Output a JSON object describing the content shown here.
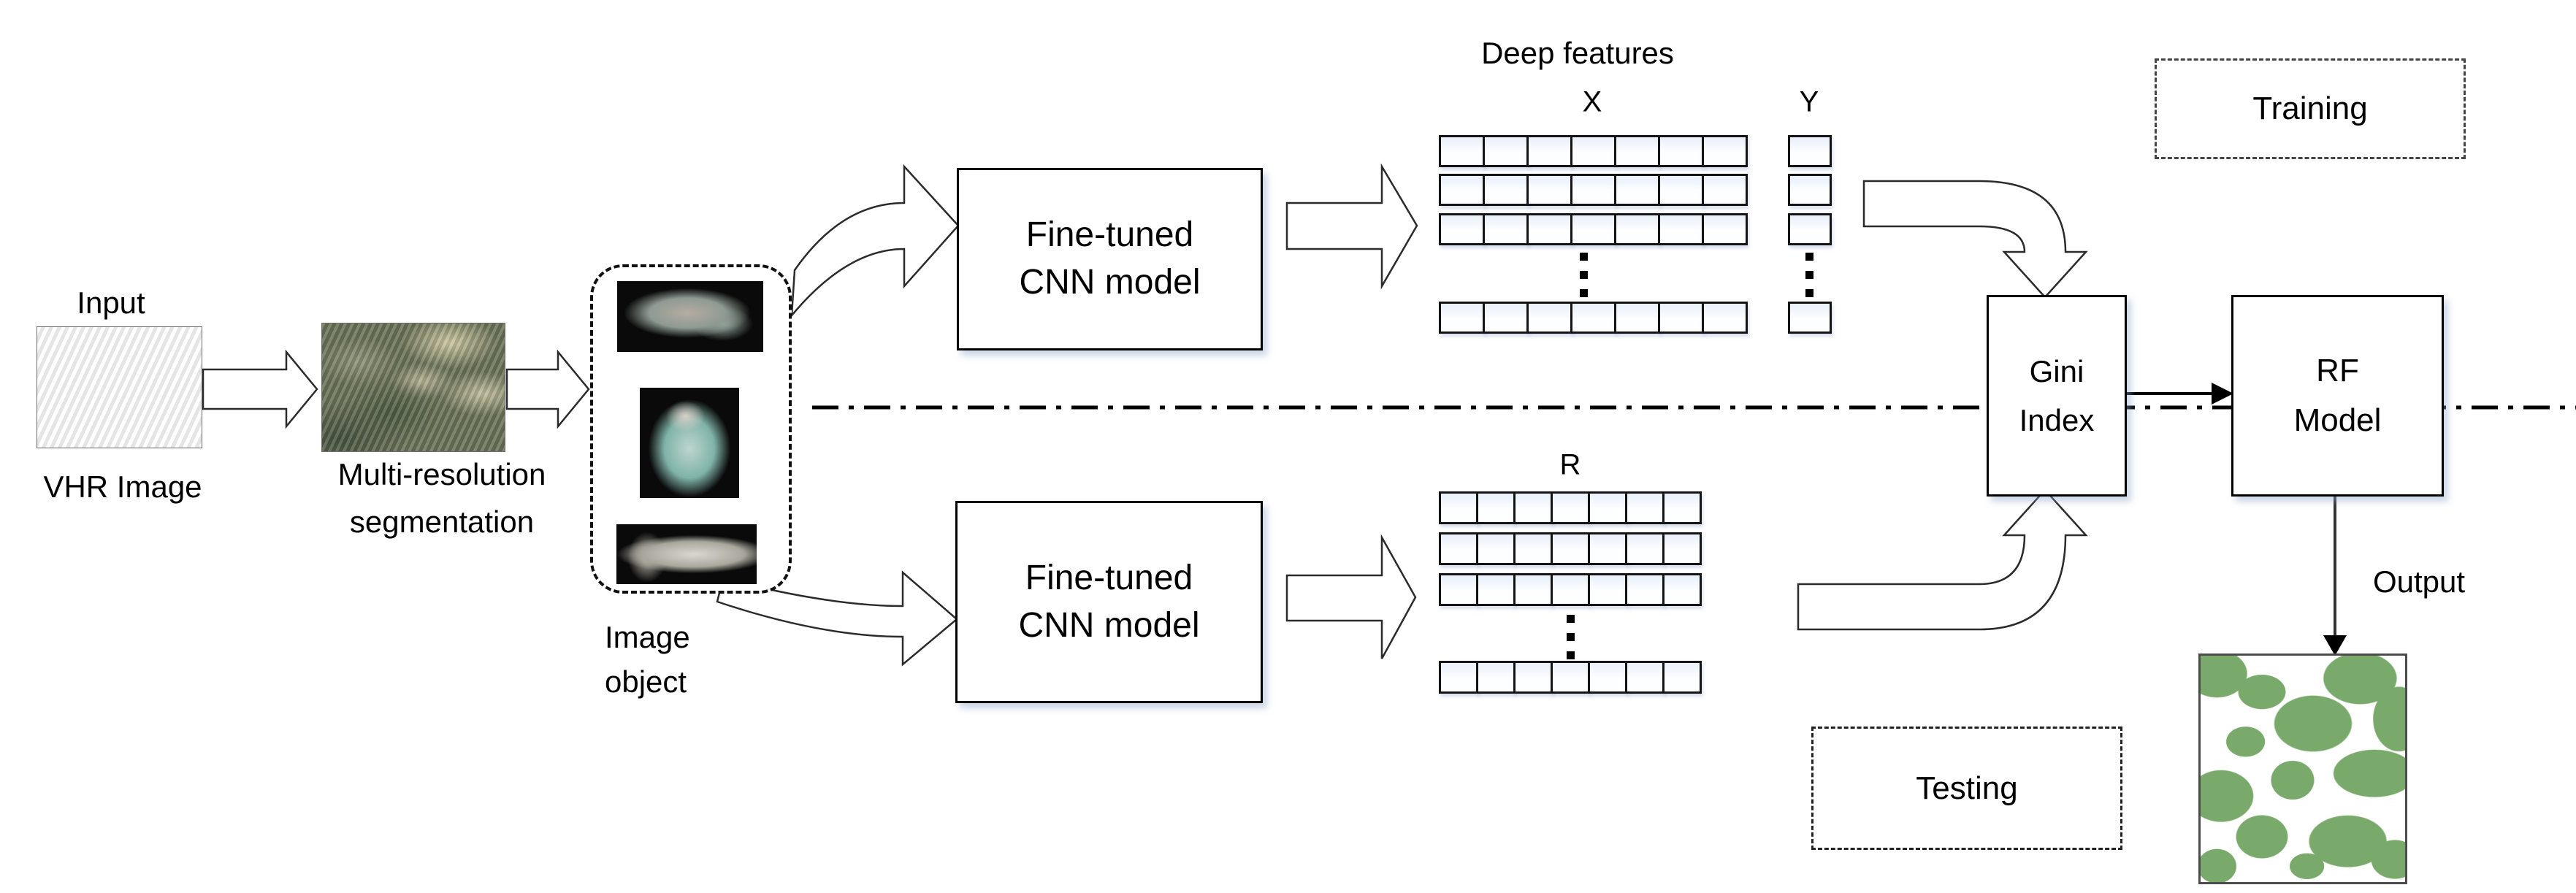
{
  "labels": {
    "input": "Input",
    "vhr_image": "VHR Image",
    "multires_line1": "Multi-resolution",
    "multires_line2": "segmentation",
    "image_object_line1": "Image",
    "image_object_line2": "object",
    "deep_features": "Deep features",
    "x": "X",
    "y": "Y",
    "r": "R",
    "output": "Output"
  },
  "boxes": {
    "cnn_top": {
      "line1": "Fine-tuned",
      "line2": "CNN model"
    },
    "cnn_bottom": {
      "line1": "Fine-tuned",
      "line2": "CNN model"
    },
    "gini": {
      "line1": "Gini",
      "line2": "Index"
    },
    "rf": {
      "line1": "RF",
      "line2": "Model"
    },
    "training": "Training",
    "testing": "Testing"
  },
  "matrices": {
    "x": {
      "cols": 7,
      "visible_rows": 3,
      "ellipsis_rows": true,
      "trailing_rows": 1
    },
    "y": {
      "cols": 1,
      "visible_rows": 3,
      "ellipsis_rows": true,
      "trailing_rows": 1
    },
    "r": {
      "cols": 7,
      "visible_rows": 3,
      "ellipsis_rows": true,
      "trailing_rows": 1
    }
  },
  "icons": {
    "flow_arrow_style": "hollow-block-arrow",
    "separator_style": "dash-dot-line"
  },
  "colors": {
    "line": "#000000",
    "box_border": "#000000",
    "map_green": "#79a96b",
    "satellite_green": "#5d6b55",
    "background": "#ffffff"
  }
}
